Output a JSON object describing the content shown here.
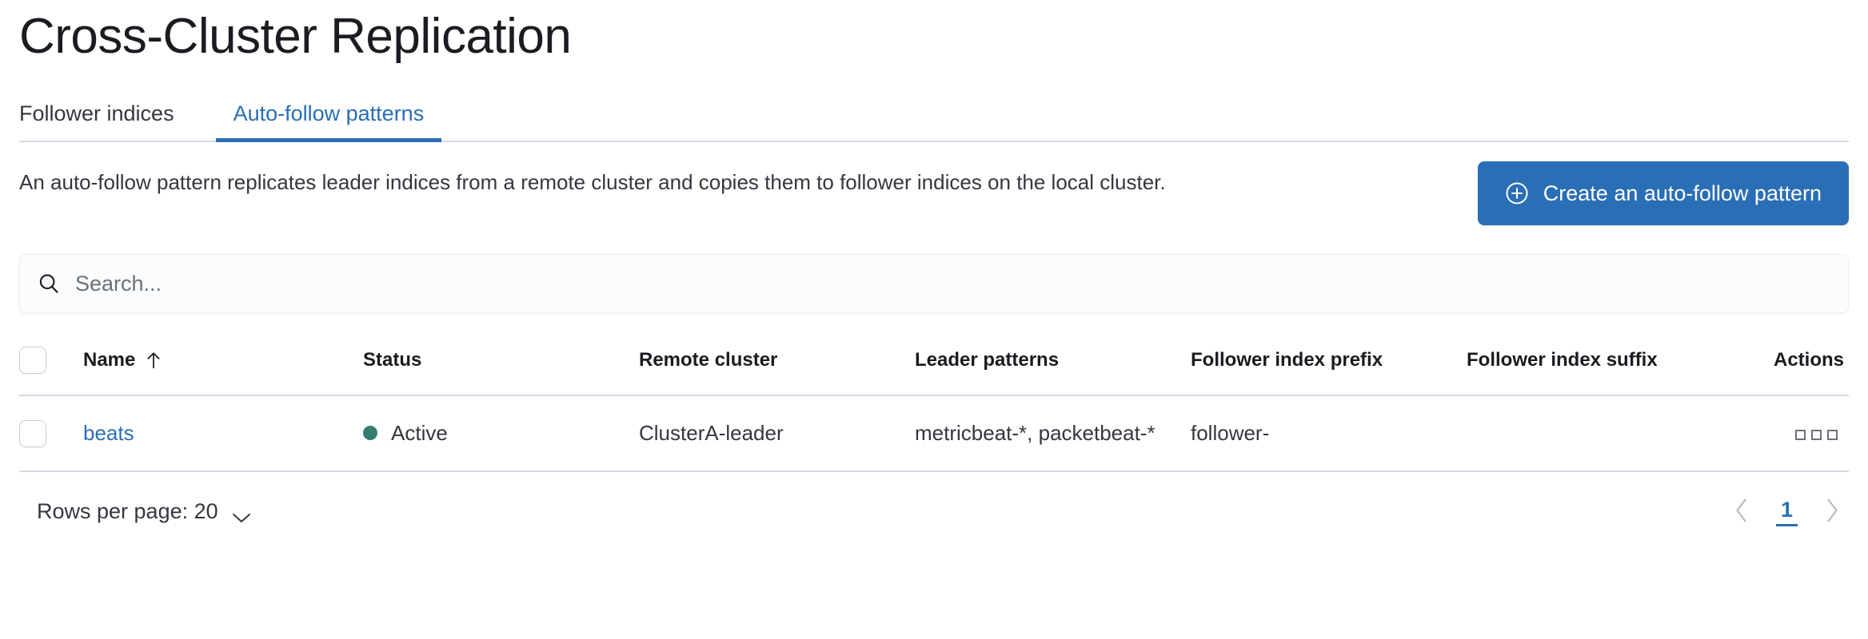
{
  "header": {
    "title": "Cross-Cluster Replication"
  },
  "tabs": [
    {
      "label": "Follower indices",
      "selected": false
    },
    {
      "label": "Auto-follow patterns",
      "selected": true
    }
  ],
  "intro": {
    "description": "An auto-follow pattern replicates leader indices from a remote cluster and copies them to follower indices on the local cluster.",
    "create_button_label": "Create an auto-follow pattern",
    "create_button_icon": "plus-in-circle-icon"
  },
  "search": {
    "placeholder": "Search...",
    "value": "",
    "icon": "search-icon"
  },
  "table": {
    "columns": [
      {
        "key": "name",
        "label": "Name",
        "sorted": "asc"
      },
      {
        "key": "status",
        "label": "Status"
      },
      {
        "key": "remote_cluster",
        "label": "Remote cluster"
      },
      {
        "key": "leader_patterns",
        "label": "Leader patterns"
      },
      {
        "key": "follower_index_prefix",
        "label": "Follower index prefix"
      },
      {
        "key": "follower_index_suffix",
        "label": "Follower index suffix"
      },
      {
        "key": "actions",
        "label": "Actions"
      }
    ],
    "rows": [
      {
        "name": "beats",
        "status": "Active",
        "status_color": "#357e6f",
        "remote_cluster": "ClusterA-leader",
        "leader_patterns": "metricbeat-*, packetbeat-*",
        "follower_index_prefix": "follower-",
        "follower_index_suffix": "",
        "actions_icon": "more-actions-icon"
      }
    ]
  },
  "footer": {
    "rows_per_page_label": "Rows per page: 20",
    "rows_per_page_value": "20",
    "chevron_icon": "chevron-down-icon",
    "prev_icon": "chevron-left-icon",
    "next_icon": "chevron-right-icon",
    "current_page": "1"
  },
  "colors": {
    "accent": "#2a6eb5",
    "status_active": "#357e6f",
    "border": "#d3dae6",
    "text": "#343741"
  }
}
